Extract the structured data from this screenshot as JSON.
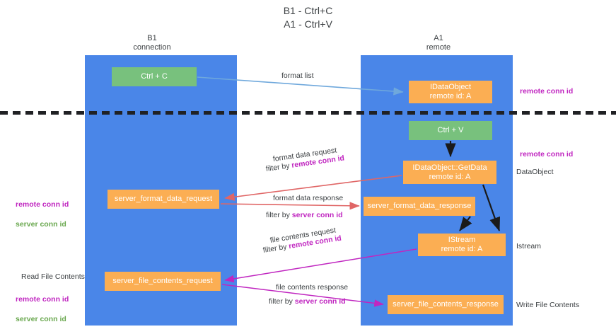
{
  "title": "B1 - Ctrl+C\nA1 - Ctrl+V",
  "columns": {
    "left": "B1\nconnection",
    "right": "A1\nremote"
  },
  "nodes": {
    "ctrl_c": "Ctrl + C",
    "data_object": "IDataObject\nremote id: A",
    "ctrl_v": "Ctrl + V",
    "get_data": "IDataObject::GetData\nremote id: A",
    "server_format_data_request": "server_format_data_request",
    "server_format_data_response": "server_format_data_response",
    "istream": "IStream\nremote id: A",
    "server_file_contents_request": "server_file_contents_request",
    "server_file_contents_response": "server_file_contents_response"
  },
  "edge_labels": {
    "format_list": "format list",
    "format_data_request": "format data request",
    "format_data_filter_prefix": "filter by ",
    "format_data_filter_remote": "remote conn id",
    "format_data_response": "format data response",
    "format_resp_filter_prefix": "filter by ",
    "format_resp_filter_server": "server conn id",
    "file_contents_request": "file contents request",
    "file_req_filter_prefix": "filter by ",
    "file_req_filter_remote": "remote conn id",
    "file_contents_response": "file contents response",
    "file_resp_filter_prefix": "filter by ",
    "file_resp_filter_server": "server conn id"
  },
  "annotations": {
    "right_remote_conn_id_top": "remote conn id",
    "right_remote_conn_id_mid": "remote conn id",
    "right_dataobject": "DataObject",
    "right_istream": "Istream",
    "right_write_file_contents": "Write File Contents",
    "left_remote_conn_id": "remote conn id",
    "left_server_conn_id": "server conn id",
    "left_read_file_contents": "Read File Contents",
    "left_remote_conn_id_2": "remote conn id",
    "left_server_conn_id_2": "server conn id"
  },
  "colors": {
    "lane": "#4a86e8",
    "green_node": "#78c17d",
    "orange_node": "#fbae53",
    "magenta": "#c026c0",
    "green_text": "#6aa84f",
    "arrow_blue": "#6fa8dc",
    "arrow_red": "#e06666",
    "arrow_magenta": "#c026c0",
    "arrow_dark": "#1a1a1a"
  }
}
